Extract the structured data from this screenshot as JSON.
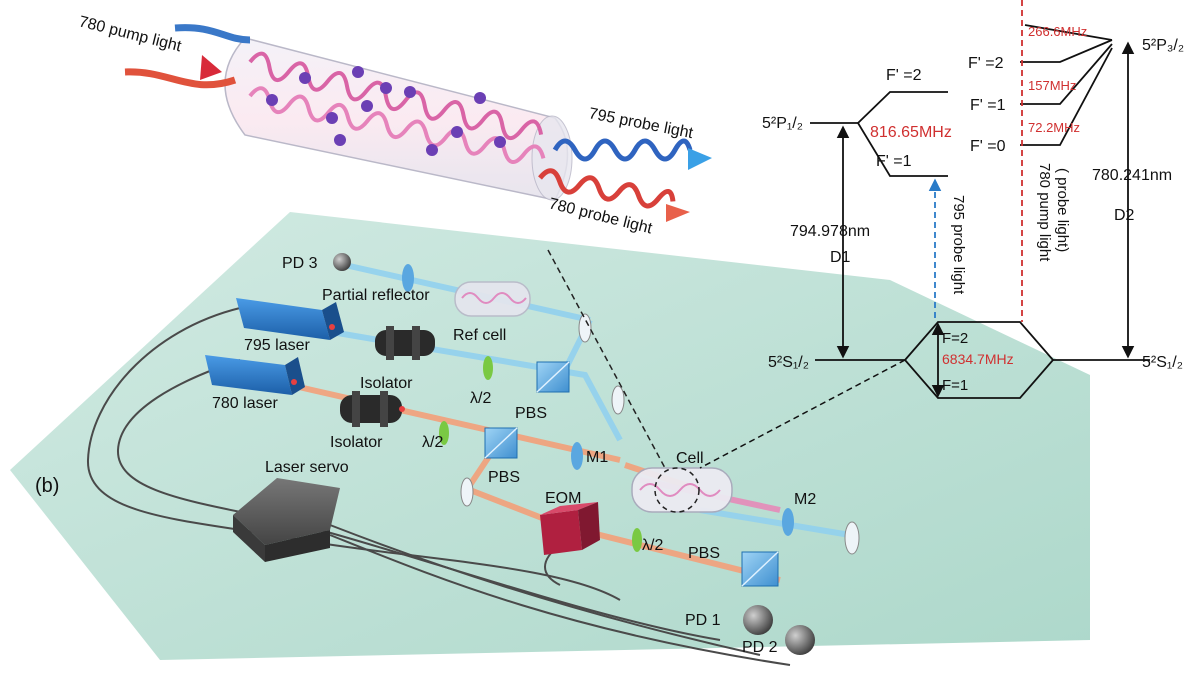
{
  "panel_a": {
    "cell_labels": {
      "pump_in": "780 pump light",
      "probe795_out": "795 probe light",
      "probe780_out": "780 probe light"
    }
  },
  "panel_b": {
    "panel_label": "(b)",
    "components": {
      "pd3": "PD 3",
      "partial_reflector": "Partial reflector",
      "ref_cell": "Ref cell",
      "laser795": "795 laser",
      "laser780": "780 laser",
      "isolator_top": "Isolator",
      "isolator_bottom": "Isolator",
      "halfwave_top": "λ/2",
      "halfwave_mid": "λ/2",
      "halfwave_bottom": "λ/2",
      "pbs_top": "PBS",
      "pbs_mid": "PBS",
      "pbs_bottom": "PBS",
      "m1": "M1",
      "m2": "M2",
      "cell": "Cell",
      "eom": "EOM",
      "laser_servo": "Laser servo",
      "pd1": "PD 1",
      "pd2": "PD 2"
    },
    "colors": {
      "table": "#b7ddd2",
      "laser_body": "#2f7fd1",
      "beam_795": "#8fd0f0",
      "beam_780": "#f3a07a"
    }
  },
  "panel_c": {
    "levels": {
      "p12": "5²P₁/₂",
      "p32": "5²P₃/₂",
      "s12_left": "5²S₁/₂",
      "s12_right": "5²S₁/₂",
      "fp2_left": "F' =2",
      "fp1_left": "F' =1",
      "fp2_right": "F' =2",
      "fp1_right": "F' =1",
      "fp0_right": "F' =0",
      "f2": "F=2",
      "f1": "F=1"
    },
    "splittings": {
      "p12_hf": "816.65MHz",
      "s12_hf": "6834.7MHz",
      "p32_a": "266.6MHz",
      "p32_b": "157MHz",
      "p32_c": "72.2MHz"
    },
    "transitions": {
      "d1_wavelength": "794.978nm",
      "d1_name": "D1",
      "d2_wavelength": "780.241nm",
      "d2_name": "D2",
      "probe795": "795 probe light",
      "pump780_line1": "780 pump light",
      "pump780_line2": "( probe light)"
    },
    "colors": {
      "splitting_text": "#d03030",
      "probe_line": "#2a7bc8",
      "pump_line": "#d03030"
    }
  }
}
